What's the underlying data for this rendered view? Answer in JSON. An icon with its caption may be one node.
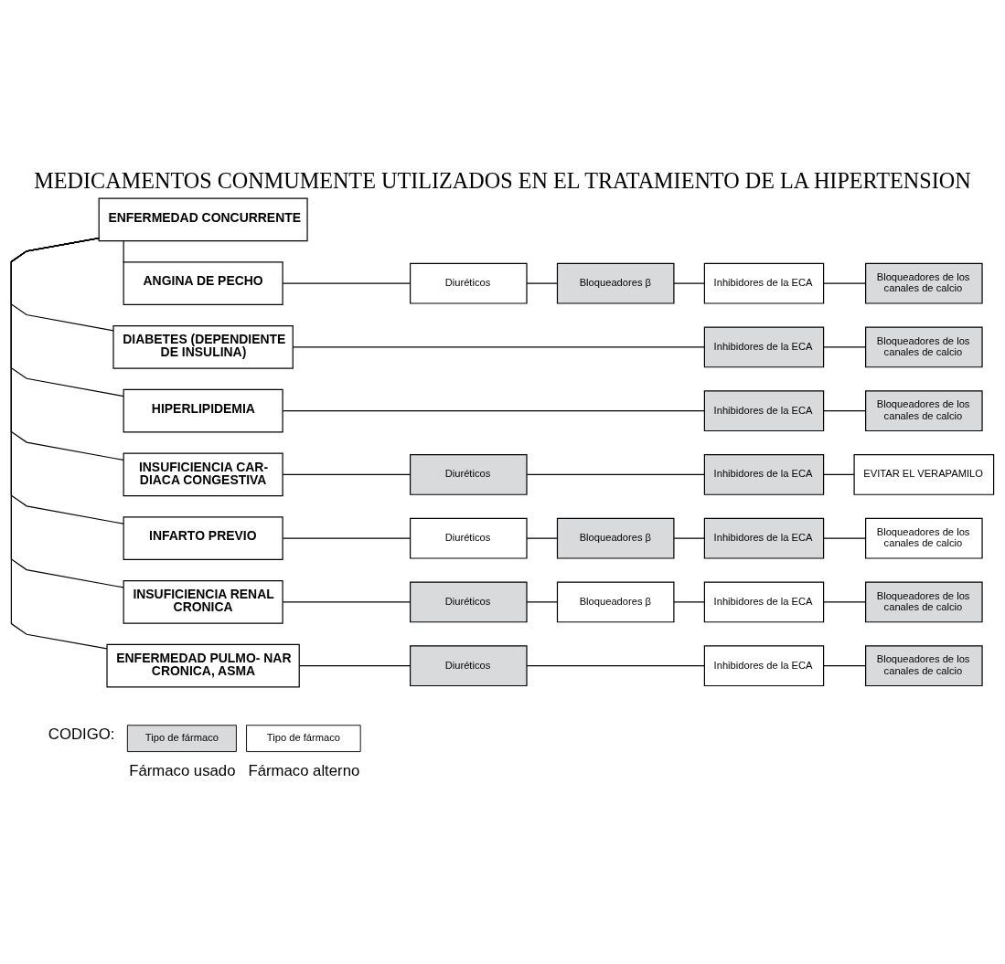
{
  "diagram": {
    "title": "MEDICAMENTOS CONMUMENTE UTILIZADOS EN EL TRATAMIENTO DE LA HIPERTENSION",
    "nodes": [
      {
        "text": [
          "ENFERMEDAD CONCURRENTE"
        ]
      },
      {
        "text": [
          "ANGINA DE PECHO"
        ]
      },
      {
        "text": [
          "Diuréticos"
        ]
      },
      {
        "text": [
          "Bloqueadores β"
        ]
      },
      {
        "text": [
          "Inhibidores de la ECA"
        ]
      },
      {
        "text": [
          "Bloqueadores de los canales de calcio"
        ]
      },
      {
        "text": [
          "DIABETES (DEPENDIENTE DE INSULINA)"
        ]
      },
      {
        "text": [
          "Inhibidores de la ECA"
        ]
      },
      {
        "text": [
          "Bloqueadores de los canales de calcio"
        ]
      },
      {
        "text": [
          "HIPERLIPIDEMIA"
        ]
      },
      {
        "text": [
          "Inhibidores de la ECA"
        ]
      },
      {
        "text": [
          "Bloqueadores de los canales de calcio"
        ]
      },
      {
        "text": [
          "INSUFICIENCIA CAR- DIACA CONGESTIVA"
        ]
      },
      {
        "text": [
          "Diuréticos"
        ]
      },
      {
        "text": [
          "Inhibidores de la ECA"
        ]
      },
      {
        "text": [
          "EVITAR EL VERAPAMILO"
        ]
      },
      {
        "text": [
          "INFARTO PREVIO"
        ]
      },
      {
        "text": [
          "Diuréticos"
        ]
      },
      {
        "text": [
          "Bloqueadores β"
        ]
      },
      {
        "text": [
          "Inhibidores de la ECA"
        ]
      },
      {
        "text": [
          "Bloqueadores de los canales de calcio"
        ]
      },
      {
        "text": [
          "INSUFICIENCIA RENAL CRONICA"
        ]
      },
      {
        "text": [
          "Diuréticos"
        ]
      },
      {
        "text": [
          "Bloqueadores β"
        ]
      },
      {
        "text": [
          "Inhibidores de la ECA"
        ]
      },
      {
        "text": [
          "Bloqueadores de los canales de calcio"
        ]
      },
      {
        "text": [
          "ENFERMEDAD PULMO- NAR CRONICA, ASMA"
        ]
      },
      {
        "text": [
          "Diuréticos"
        ]
      },
      {
        "text": [
          "Inhibidores de la ECA"
        ]
      },
      {
        "text": [
          "Bloqueadores de los canales de calcio"
        ]
      }
    ],
    "edges": [
      {
        "from": 0,
        "to": 1,
        "arrow": "none"
      },
      {
        "from": 0,
        "to": 6,
        "arrow": "none"
      },
      {
        "from": 0,
        "to": 9,
        "arrow": "none"
      },
      {
        "from": 0,
        "to": 12,
        "arrow": "none"
      },
      {
        "from": 0,
        "to": 16,
        "arrow": "none"
      },
      {
        "from": 0,
        "to": 21,
        "arrow": "none"
      },
      {
        "from": 0,
        "to": 26,
        "arrow": "none"
      },
      {
        "from": 1,
        "to": 2,
        "arrow": "none"
      },
      {
        "from": 2,
        "to": 3,
        "arrow": "none"
      },
      {
        "from": 3,
        "to": 4,
        "arrow": "none"
      },
      {
        "from": 4,
        "to": 5,
        "arrow": "none"
      },
      {
        "from": 6,
        "to": 7,
        "arrow": "none"
      },
      {
        "from": 7,
        "to": 8,
        "arrow": "none"
      },
      {
        "from": 9,
        "to": 10,
        "arrow": "none"
      },
      {
        "from": 10,
        "to": 11,
        "arrow": "none"
      },
      {
        "from": 12,
        "to": 13,
        "arrow": "none"
      },
      {
        "from": 13,
        "to": 14,
        "arrow": "none"
      },
      {
        "from": 14,
        "to": 15,
        "arrow": "none"
      },
      {
        "from": 16,
        "to": 17,
        "arrow": "none"
      },
      {
        "from": 17,
        "to": 18,
        "arrow": "none"
      },
      {
        "from": 18,
        "to": 19,
        "arrow": "none"
      },
      {
        "from": 19,
        "to": 20,
        "arrow": "none"
      },
      {
        "from": 21,
        "to": 22,
        "arrow": "none"
      },
      {
        "from": 22,
        "to": 23,
        "arrow": "none"
      },
      {
        "from": 23,
        "to": 24,
        "arrow": "none"
      },
      {
        "from": 24,
        "to": 25,
        "arrow": "none"
      },
      {
        "from": 26,
        "to": 27,
        "arrow": "none"
      },
      {
        "from": 27,
        "to": 28,
        "arrow": "none"
      },
      {
        "from": 28,
        "to": 29,
        "arrow": "none"
      }
    ],
    "labels": [
      "CODIGO:",
      "Tipo de fármaco",
      "Tipo de fármaco"
    ],
    "legend": [
      {
        "text": "Fármaco usado",
        "color": "#d9dadc"
      },
      {
        "text": "Fármaco alterno",
        "color": "#ffffff"
      }
    ]
  }
}
